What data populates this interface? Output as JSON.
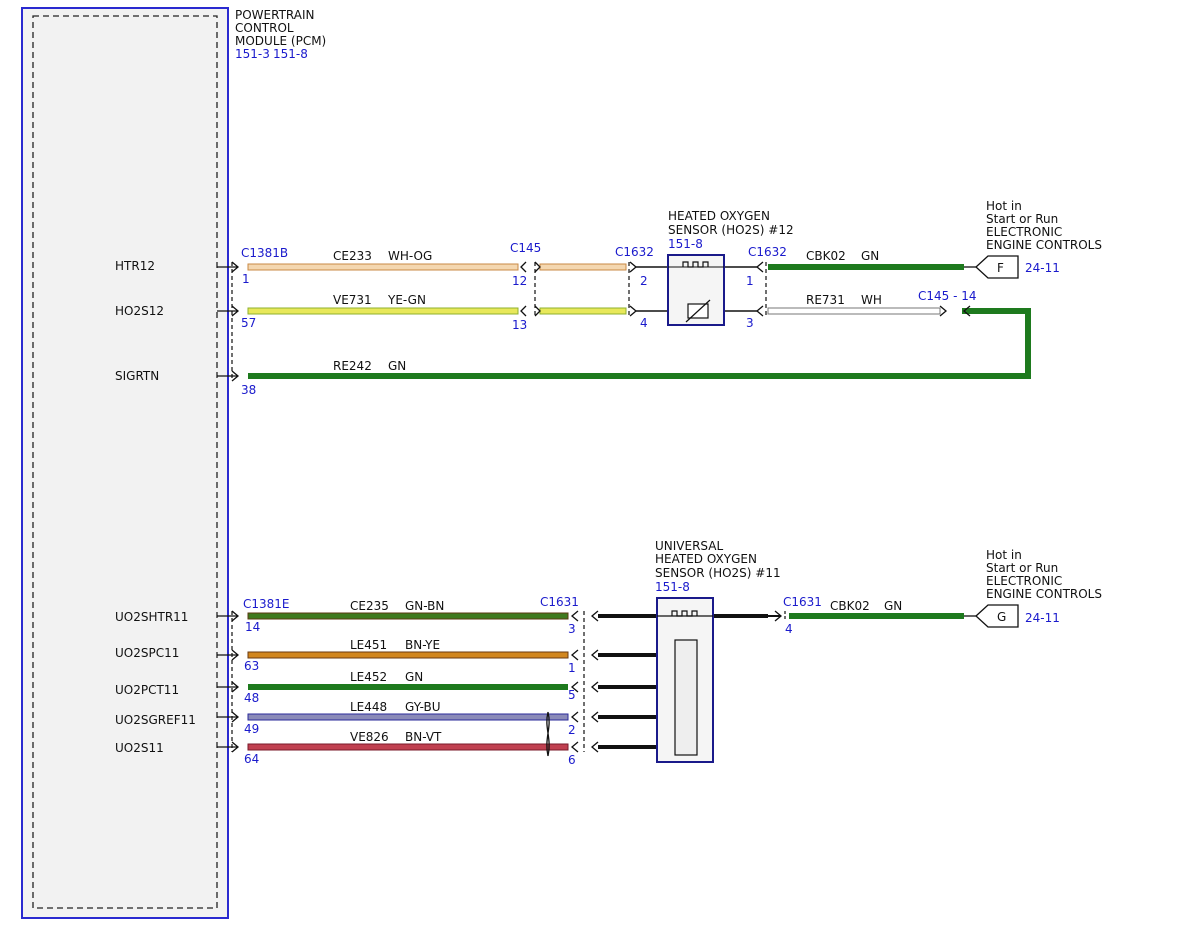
{
  "module": {
    "name_lines": [
      "POWERTRAIN",
      "CONTROL",
      "MODULE (PCM)"
    ],
    "refs": [
      "151-3",
      "151-8"
    ]
  },
  "pins": [
    "HTR12",
    "HO2S12",
    "SIGRTN",
    "UO2SHTR11",
    "UO2SPC11",
    "UO2PCT11",
    "UO2SGREF11",
    "UO2S11"
  ],
  "connectors": {
    "c1381b": "C1381B",
    "c145": "C145",
    "c1632_left": "C1632",
    "c1632_right": "C1632",
    "c145_14": "C145 - 14",
    "c1381e": "C1381E",
    "c1631_left": "C1631",
    "c1631_right": "C1631"
  },
  "pin_numbers": {
    "htr12_pcm": "1",
    "htr12_c145": "12",
    "htr12_sensor": "2",
    "ho2s12_pcm": "57",
    "ho2s12_c145": "13",
    "ho2s12_sensor": "4",
    "sigrtn_pcm": "38",
    "sensor12_right_top": "1",
    "sensor12_right_bottom": "3",
    "uo2shtr11_pcm": "14",
    "uo2shtr11_sensor": "3",
    "uo2spc11_pcm": "63",
    "uo2spc11_sensor": "1",
    "uo2pct11_pcm": "48",
    "uo2pct11_sensor": "5",
    "uo2sgref11_pcm": "49",
    "uo2sgref11_sensor": "2",
    "uo2s11_pcm": "64",
    "uo2s11_sensor": "6",
    "sensor11_right": "4"
  },
  "wires": [
    {
      "circuit": "CE233",
      "color": "WH-OG"
    },
    {
      "circuit": "VE731",
      "color": "YE-GN"
    },
    {
      "circuit": "RE242",
      "color": "GN"
    },
    {
      "circuit": "CBK02",
      "color": "GN"
    },
    {
      "circuit": "RE731",
      "color": "WH"
    },
    {
      "circuit": "CE235",
      "color": "GN-BN"
    },
    {
      "circuit": "LE451",
      "color": "BN-YE"
    },
    {
      "circuit": "LE452",
      "color": "GN"
    },
    {
      "circuit": "LE448",
      "color": "GY-BU"
    },
    {
      "circuit": "VE826",
      "color": "BN-VT"
    },
    {
      "circuit": "CBK02",
      "color": "GN"
    }
  ],
  "sensor12": {
    "lines": [
      "HEATED OXYGEN",
      "SENSOR (HO2S) #12"
    ],
    "ref": "151-8"
  },
  "sensor11": {
    "lines": [
      "UNIVERSAL",
      "HEATED OXYGEN",
      "SENSOR (HO2S) #11"
    ],
    "ref": "151-8"
  },
  "power_top": {
    "lines": [
      "Hot in",
      "Start or Run",
      "ELECTRONIC",
      "ENGINE CONTROLS"
    ],
    "tag": "F",
    "ref": "24-11"
  },
  "power_bottom": {
    "lines": [
      "Hot in",
      "Start or Run",
      "ELECTRONIC",
      "ENGINE CONTROLS"
    ],
    "tag": "G",
    "ref": "24-11"
  },
  "colors": {
    "green": "#1e7a1e",
    "blue_text": "#1a1acc",
    "module_border": "#2a2ad0"
  }
}
